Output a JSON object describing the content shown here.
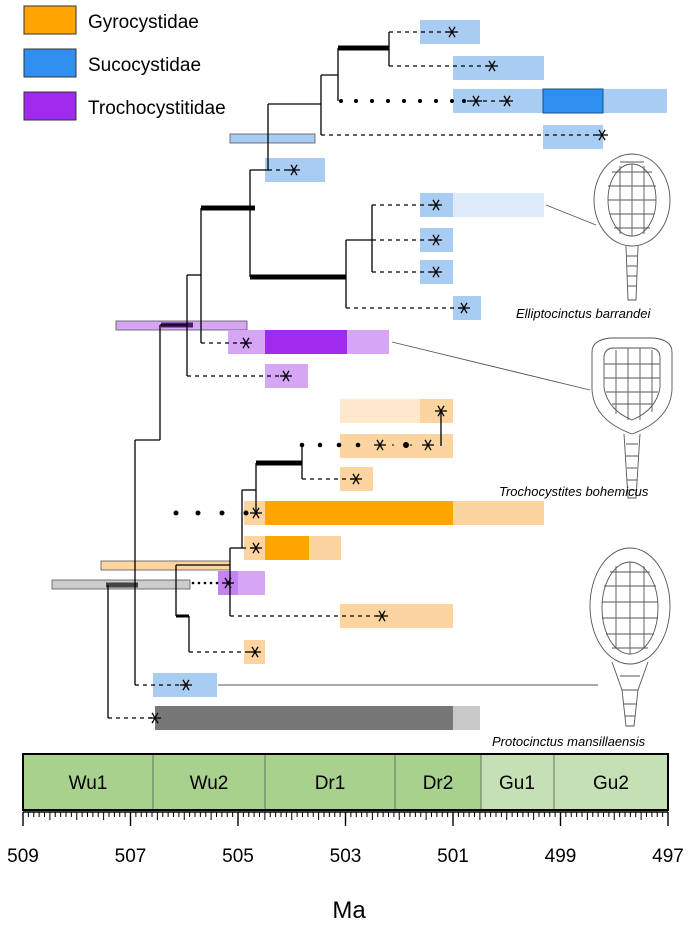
{
  "legend": [
    {
      "name": "Gyrocystidae",
      "color": "#FFA500"
    },
    {
      "name": "Sucocystidae",
      "color": "#2E8FEF"
    },
    {
      "name": "Trochocystitidae",
      "color": "#A02BEF"
    }
  ],
  "specimens": [
    {
      "name": "Elliptocinctus barrandei"
    },
    {
      "name": "Trochocystites bohemicus"
    },
    {
      "name": "Protocinctus mansillaensis"
    }
  ],
  "stages": [
    "Wu1",
    "Wu2",
    "Dr1",
    "Dr2",
    "Gu1",
    "Gu2"
  ],
  "axis": {
    "ticks": [
      "509",
      "507",
      "505",
      "503",
      "501",
      "499",
      "497"
    ],
    "label": "Ma",
    "start": 509,
    "end": 497
  }
}
